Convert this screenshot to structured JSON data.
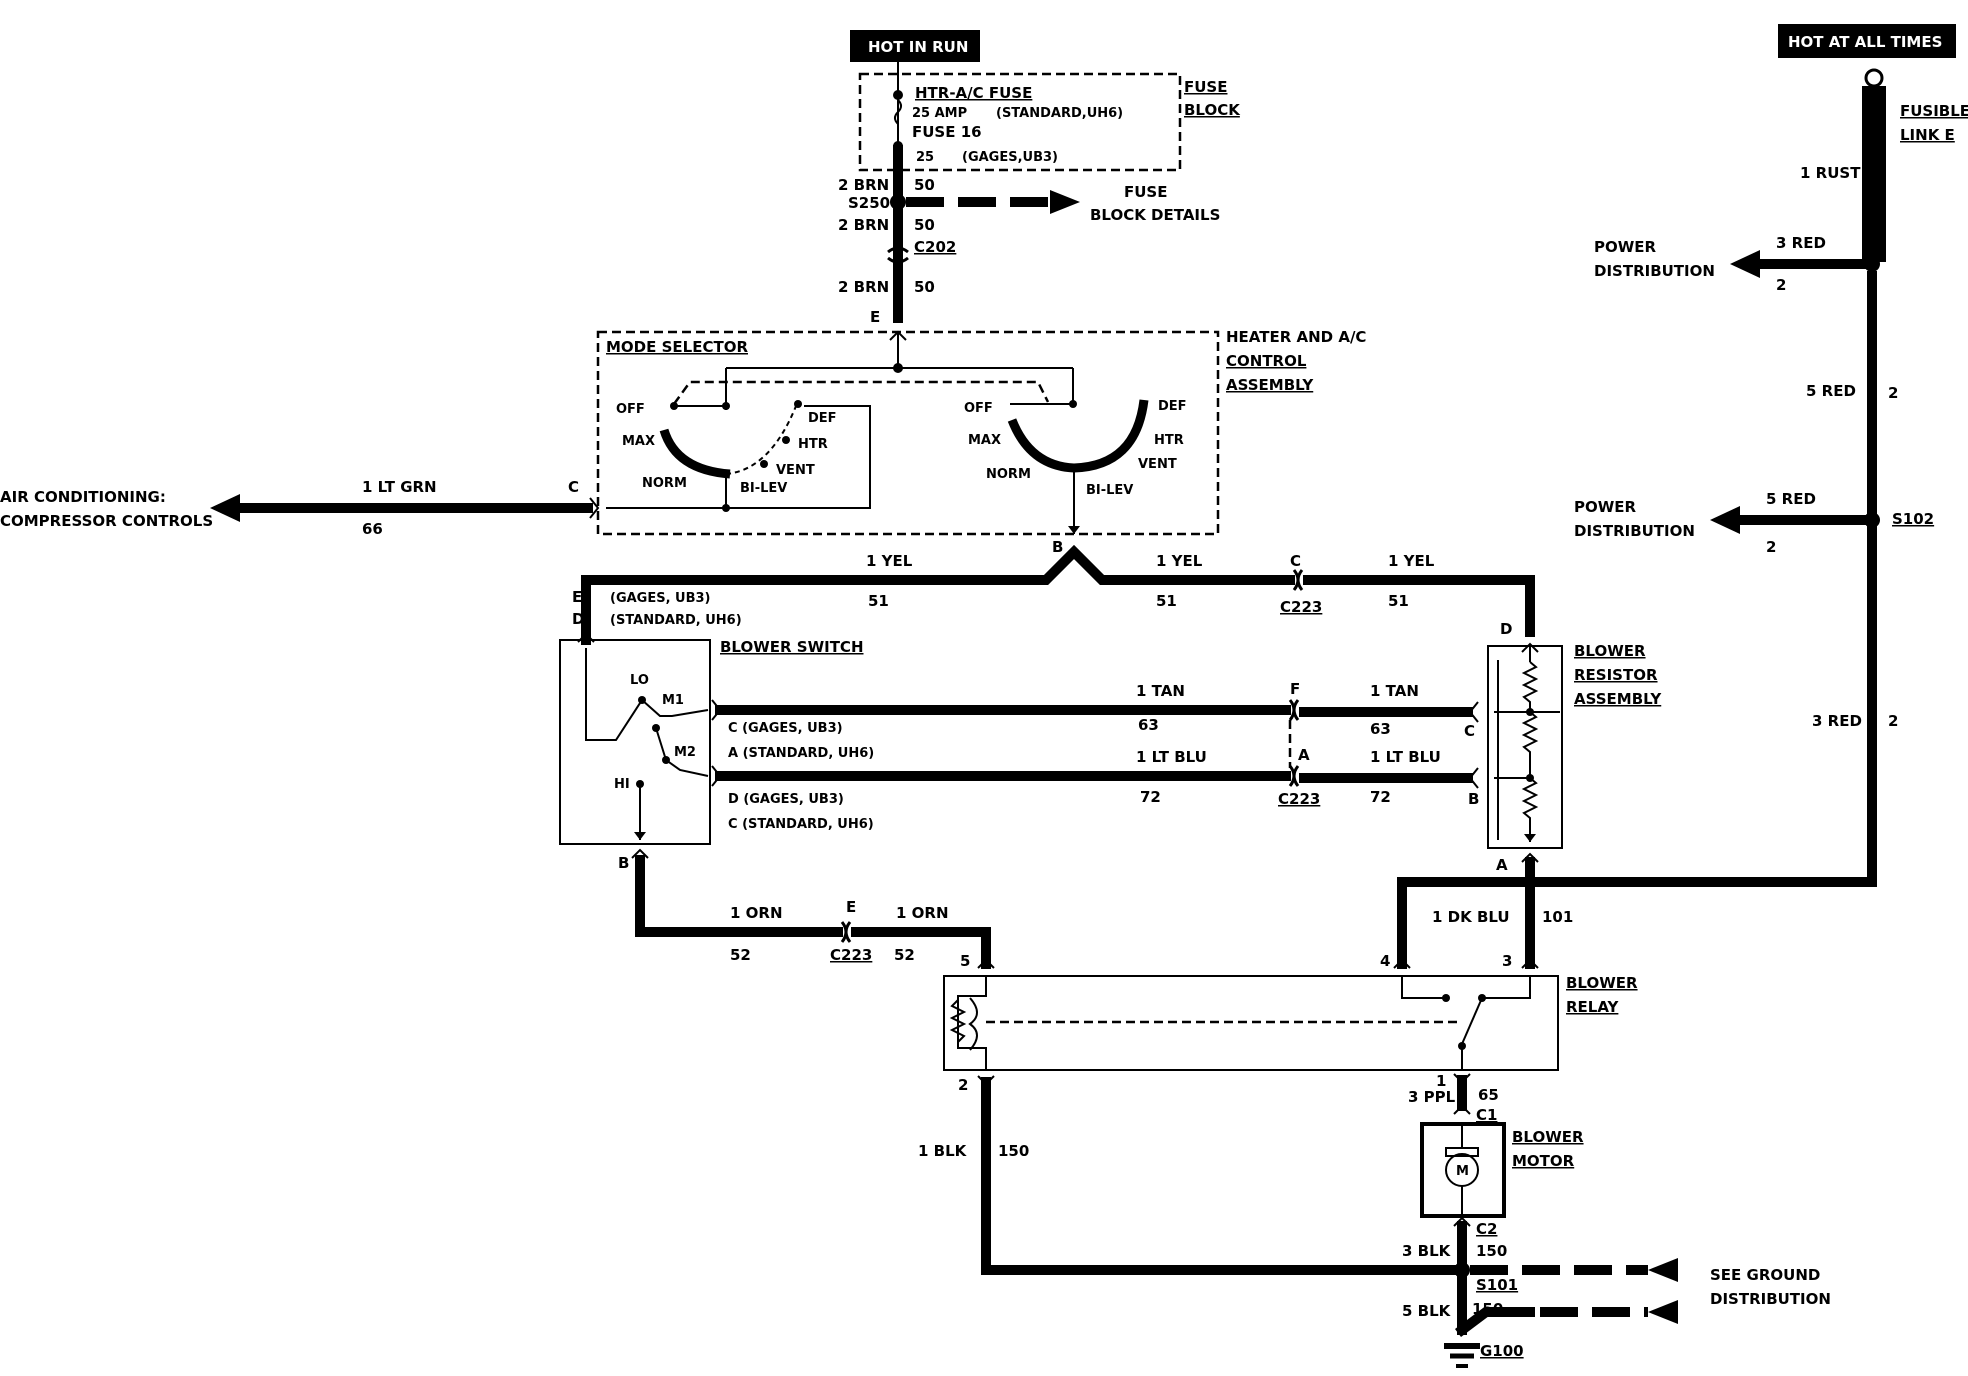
{
  "labels": {
    "hot_in_run": "HOT IN RUN",
    "hot_at_all_times": "HOT AT ALL TIMES",
    "htr_ac_fuse": "HTR-A/C FUSE",
    "fuse_25_amp": "25 AMP",
    "standard_uh6": "(STANDARD,UH6)",
    "fuse16": "FUSE 16",
    "fuse_25": "25",
    "gages_ub3": "(GAGES,UB3)",
    "fuse_block_1": "FUSE",
    "fuse_block_2": "BLOCK",
    "fusible_link_1": "FUSIBLE",
    "fusible_link_2": "LINK E",
    "wire_2brn_a": "2 BRN",
    "wire_2brn_b": "2 BRN",
    "wire_2brn_c": "2 BRN",
    "num_50_a": "50",
    "num_50_b": "50",
    "num_50_c": "50",
    "s250": "S250",
    "fuse_details_1": "FUSE",
    "fuse_details_2": "BLOCK DETAILS",
    "c202": "C202",
    "term_e_top": "E",
    "mode_selector": "MODE SELECTOR",
    "heater_ac_1": "HEATER AND A/C",
    "heater_ac_2": "CONTROL",
    "heater_ac_3": "ASSEMBLY",
    "off_1": "OFF",
    "max_1": "MAX",
    "norm_1": "NORM",
    "bilev_1": "BI-LEV",
    "vent_1": "VENT",
    "htr_1": "HTR",
    "def_1": "DEF",
    "off_2": "OFF",
    "max_2": "MAX",
    "norm_2": "NORM",
    "bilev_2": "BI-LEV",
    "vent_2": "VENT",
    "htr_2": "HTR",
    "def_2": "DEF",
    "ac_comp_1": "AIR CONDITIONING:",
    "ac_comp_2": "COMPRESSOR CONTROLS",
    "wire_1ltgrn": "1 LT GRN",
    "num_66": "66",
    "term_c_ms": "C",
    "term_b_ms": "B",
    "wire_1yel_a": "1 YEL",
    "wire_1yel_b": "1 YEL",
    "wire_1yel_c": "1 YEL",
    "num_51_a": "51",
    "num_51_b": "51",
    "num_51_c": "51",
    "term_c_c223": "C",
    "c223_a": "C223",
    "term_e_bs": "E",
    "term_d_bs": "D",
    "gages_ub3_e": "(GAGES, UB3)",
    "standard_uh6_d": "(STANDARD, UH6)",
    "blower_switch": "BLOWER SWITCH",
    "lo": "LO",
    "m1": "M1",
    "m2": "M2",
    "hi": "HI",
    "c_gages": "C (GAGES, UB3)",
    "a_standard": "A  (STANDARD, UH6)",
    "d_gages": "D  (GAGES, UB3)",
    "c_standard": "C  (STANDARD, UH6)",
    "wire_1tan_a": "1 TAN",
    "wire_1tan_b": "1 TAN",
    "num_63_a": "63",
    "num_63_b": "63",
    "term_f": "F",
    "wire_1ltblu_a": "1 LT BLU",
    "wire_1ltblu_b": "1 LT BLU",
    "num_72_a": "72",
    "num_72_b": "72",
    "term_a_c223": "A",
    "c223_b": "C223",
    "term_d_res": "D",
    "term_c_res": "C",
    "term_b_res": "B",
    "term_a_res": "A",
    "blower_res_1": "BLOWER",
    "blower_res_2": "RESISTOR",
    "blower_res_3": "ASSEMBLY",
    "term_b_bs": "B",
    "wire_1orn_a": "1 ORN",
    "wire_1orn_b": "1 ORN",
    "num_52_a": "52",
    "num_52_b": "52",
    "term_e_c223": "E",
    "c223_c": "C223",
    "wire_1dkblu": "1 DK BLU",
    "num_101": "101",
    "relay_5": "5",
    "relay_4": "4",
    "relay_3": "3",
    "relay_2": "2",
    "relay_1": "1",
    "blower_relay_1": "BLOWER",
    "blower_relay_2": "RELAY",
    "wire_3ppl": "3 PPL",
    "num_65": "65",
    "c1": "C1",
    "blower_motor_1": "BLOWER",
    "blower_motor_2": "MOTOR",
    "motor_m": "M",
    "c2": "C2",
    "wire_1blk": "1 BLK",
    "num_150_a": "150",
    "wire_3blk": "3 BLK",
    "num_150_b": "150",
    "s101": "S101",
    "wire_5blk": "5 BLK",
    "num_150_c": "150",
    "g100": "G100",
    "see_ground_1": "SEE GROUND",
    "see_ground_2": "DISTRIBUTION",
    "wire_1rust": "1 RUST",
    "wire_3red_a": "3 RED",
    "num_2_a": "2",
    "power_dist_1a": "POWER",
    "power_dist_1b": "DISTRIBUTION",
    "wire_5red_a": "5 RED",
    "num_2_b": "2",
    "wire_5red_b": "5 RED",
    "num_2_c": "2",
    "s102": "S102",
    "power_dist_2a": "POWER",
    "power_dist_2b": "DISTRIBUTION",
    "wire_3red_b": "3 RED",
    "num_2_d": "2"
  }
}
